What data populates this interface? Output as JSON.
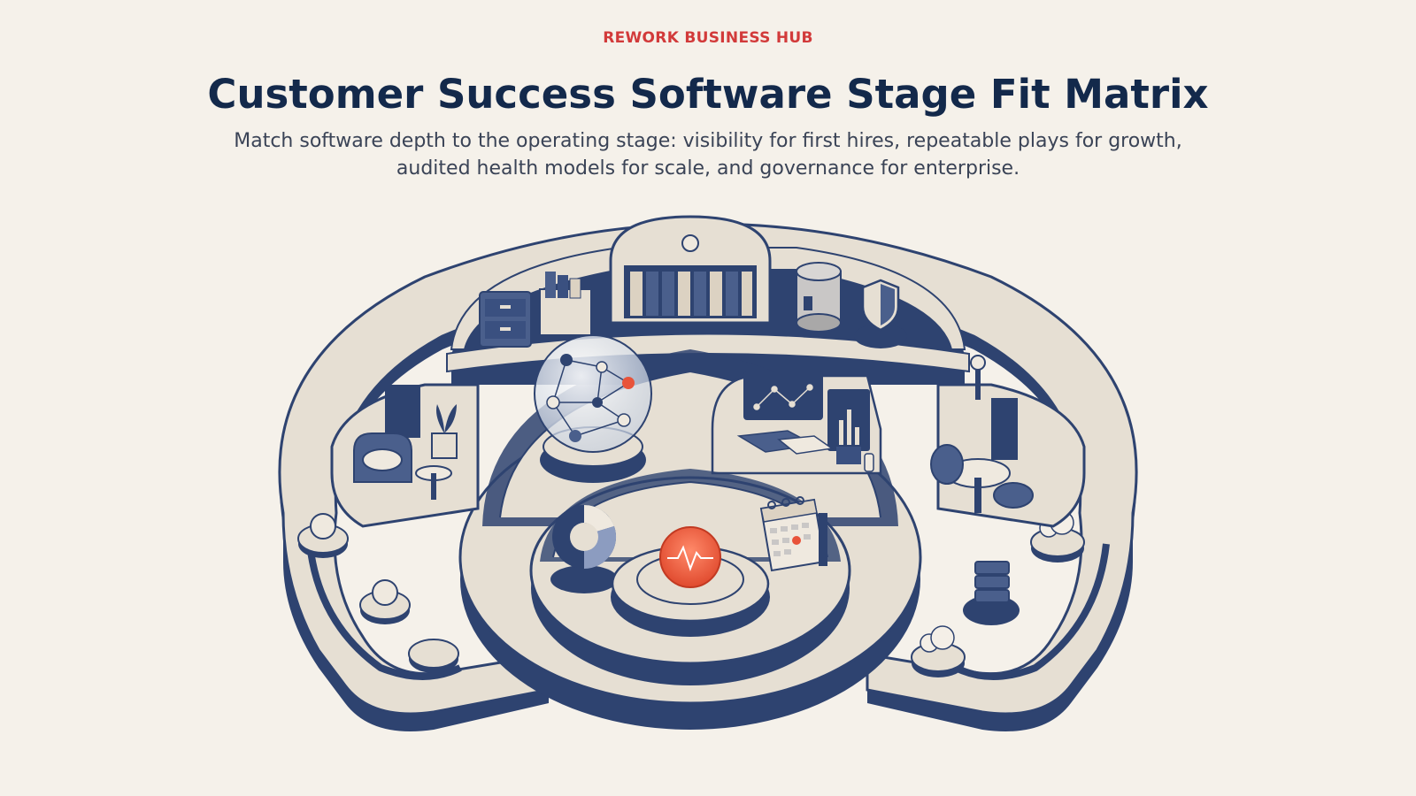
{
  "header": {
    "eyebrow": "REWORK BUSINESS HUB",
    "title": "Customer Success Software Stage Fit Matrix",
    "subtitle": "Match software depth to the operating stage: visibility for first hires, repeatable plays for growth, audited health models for scale, and governance for enterprise."
  },
  "colors": {
    "background": "#f5f1ea",
    "navy": "#2e4370",
    "cream": "#e6dfd3",
    "accent_red": "#e8533a",
    "title": "#13294b",
    "eyebrow": "#d23a3a"
  },
  "illustration": {
    "icons": [
      "filing-cabinet-icon",
      "folder-box-icon",
      "binder-shelf-icon",
      "database-icon",
      "shield-icon",
      "network-globe-icon",
      "dashboard-monitor-icon",
      "keyboard-icon",
      "lounge-chair-icon",
      "plant-icon",
      "round-table-icon",
      "donut-chart-icon",
      "heartbeat-orb-icon",
      "calendar-icon",
      "server-stack-icon",
      "cloud-icon"
    ]
  }
}
